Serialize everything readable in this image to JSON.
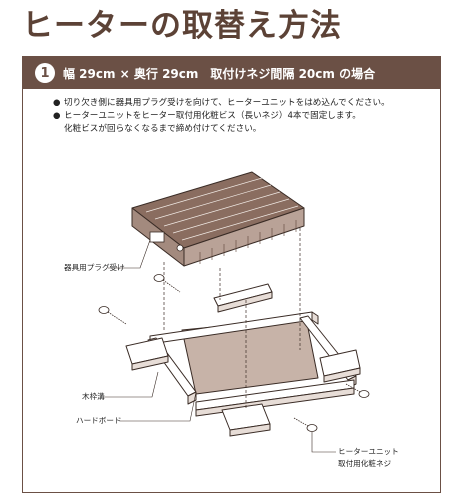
{
  "title": "ヒーターの取替え方法",
  "step": {
    "number": "1",
    "heading": "幅 29cm × 奥行 29cm　取付けネジ間隔 20cm の場合"
  },
  "instructions": [
    "切り欠き側に器具用プラグ受けを向けて、ヒーターユニットをはめ込んでください。",
    "ヒーターユニットをヒーター取付用化粧ビス（長いネジ）4本で固定します。"
  ],
  "instruction_continuation": "化粧ビスが回らなくなるまで締め付けてください。",
  "bullet_symbol": "●",
  "labels": {
    "plug": "器具用プラグ受け",
    "frame_groove": "木枠溝",
    "hardboard": "ハードボード",
    "screw_line1": "ヒーターユニット",
    "screw_line2": "取付用化粧ネジ"
  },
  "colors": {
    "brand": "#6b5045",
    "heater_top": "#8a6d60",
    "heater_side": "#a38a7e",
    "hardboard": "#c7b3a8",
    "wood": "#ffffff",
    "line": "#3a2c26"
  }
}
